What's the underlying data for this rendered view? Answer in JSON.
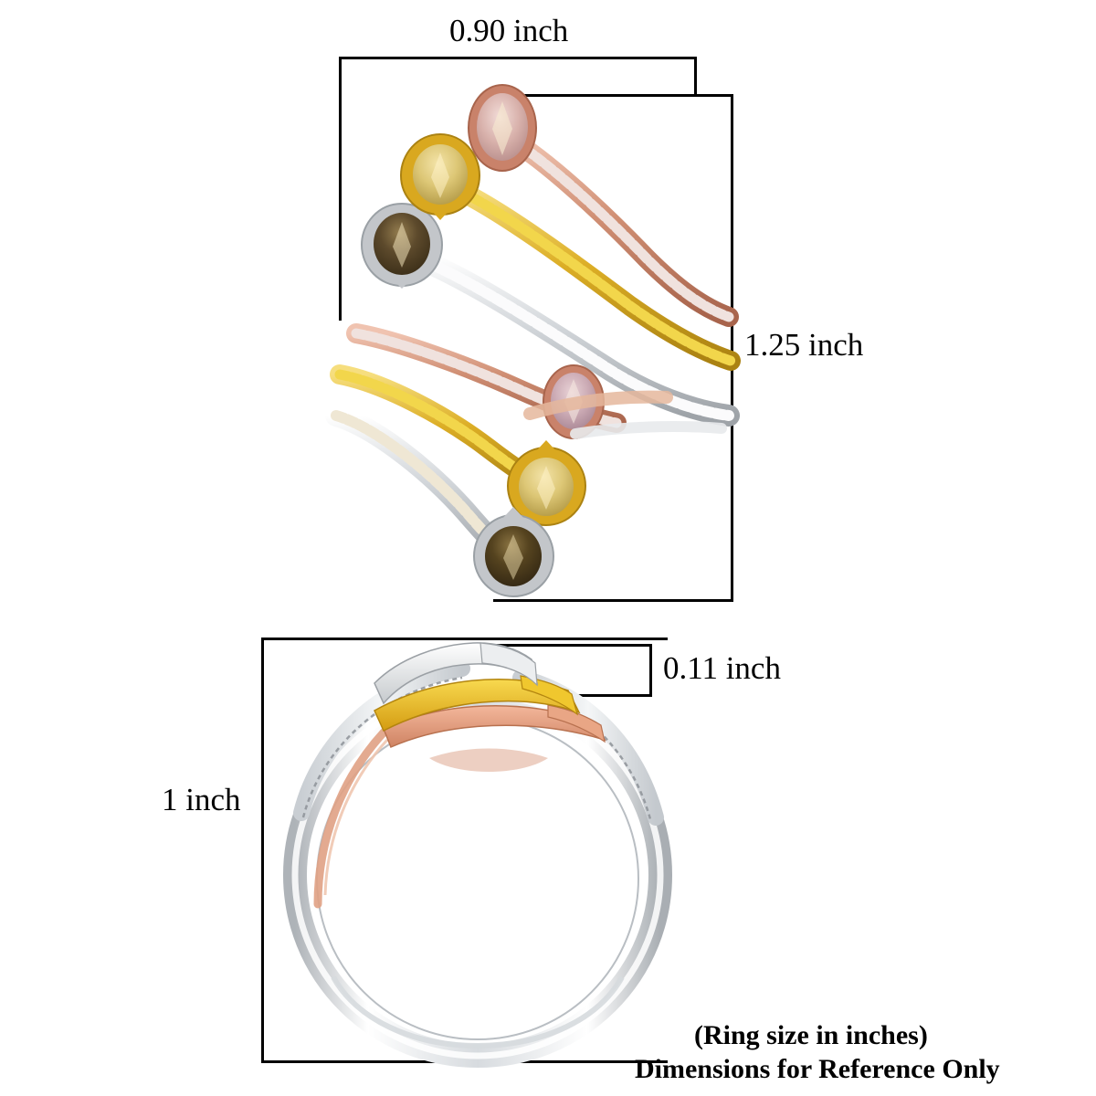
{
  "image": {
    "background_color": "#ffffff",
    "line_color": "#000000",
    "product": "tri-color gold multi-row bypass ring with fancy colored stones"
  },
  "dimensions": {
    "width_label": "0.90 inch",
    "height_label": "1.25 inch",
    "band_thickness_label": "0.11 inch",
    "profile_height_label": "1 inch"
  },
  "caption": {
    "line1": "(Ring size in inches)",
    "line2": "Dimensions for Reference Only"
  },
  "top_view": {
    "name": "ring-top-view",
    "bands": [
      {
        "id": "band-rose-upper",
        "metal": "rose-gold",
        "metal_color": "#c98068",
        "metal_highlight": "#e8b29c",
        "pave_color": "#f0e2de",
        "terminal_stone": {
          "shape": "oval",
          "color": "#d8b1ab",
          "bezel_color": "#c9826a",
          "name": "pink-oval-stone-top"
        }
      },
      {
        "id": "band-yellow-upper",
        "metal": "yellow-gold",
        "metal_color": "#d8a821",
        "metal_highlight": "#f2d familiar",
        "pave_color": "#f2d64b",
        "terminal_stone": {
          "shape": "pear",
          "color": "#d9c071",
          "bezel_color": "#d9a81f",
          "name": "yellow-pear-stone-top"
        }
      },
      {
        "id": "band-white-upper",
        "metal": "white-gold",
        "metal_color": "#b9bcc0",
        "metal_highlight": "#f2f3f5",
        "pave_color": "#fbfbfc",
        "terminal_stone": {
          "shape": "pear",
          "color": "#5d4a2c",
          "bezel_color": "#c3c6ca",
          "name": "brown-pear-stone-top"
        }
      },
      {
        "id": "band-rose-lower",
        "metal": "rose-gold",
        "metal_color": "#c98068",
        "metal_highlight": "#e8b29c",
        "pave_color": "#f0e2de",
        "terminal_stone": {
          "shape": "oval",
          "color": "#cbaab4",
          "bezel_color": "#c9826a",
          "name": "pink-oval-stone-bottom"
        }
      },
      {
        "id": "band-yellow-lower",
        "metal": "yellow-gold",
        "metal_color": "#d8a821",
        "metal_highlight": "#f0cf50",
        "pave_color": "#f2d64b",
        "terminal_stone": {
          "shape": "pear",
          "color": "#d9c071",
          "bezel_color": "#d9a81f",
          "name": "yellow-pear-stone-bottom"
        }
      },
      {
        "id": "band-white-lower",
        "metal": "white-gold",
        "metal_color": "#b9bcc0",
        "metal_highlight": "#f2f3f5",
        "pave_color": "#efe7d4",
        "terminal_stone": {
          "shape": "pear",
          "color": "#5a4826",
          "bezel_color": "#c3c6ca",
          "name": "brown-pear-stone-bottom"
        }
      }
    ]
  },
  "profile_view": {
    "name": "ring-profile-view",
    "shank_color": "#cfd3d7",
    "shank_highlight": "#ffffff",
    "bezel_tips": [
      {
        "name": "white-gold-bezel-tip",
        "color": "#e3e6e9"
      },
      {
        "name": "yellow-gold-bezel-tip",
        "color": "#e8b61d"
      },
      {
        "name": "rose-gold-bezel-tip",
        "color": "#e09a7c"
      }
    ]
  }
}
